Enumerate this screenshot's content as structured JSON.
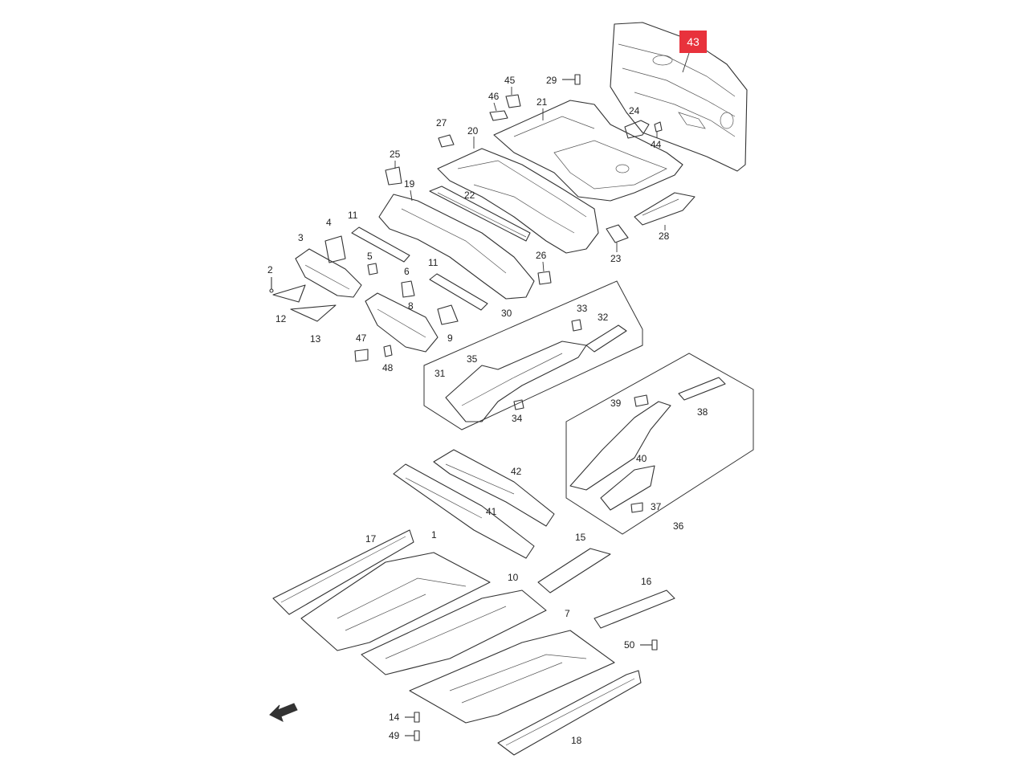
{
  "highlight": {
    "label": "43",
    "color": "#e8323c"
  },
  "callouts": {
    "c1": "1",
    "c2": "2",
    "c3": "3",
    "c4": "4",
    "c5": "5",
    "c6": "6",
    "c7": "7",
    "c8": "8",
    "c9": "9",
    "c10": "10",
    "c11a": "11",
    "c11b": "11",
    "c12": "12",
    "c13": "13",
    "c14": "14",
    "c15": "15",
    "c16": "16",
    "c17": "17",
    "c18": "18",
    "c19": "19",
    "c20": "20",
    "c21": "21",
    "c22": "22",
    "c23": "23",
    "c24": "24",
    "c25": "25",
    "c26": "26",
    "c27": "27",
    "c28": "28",
    "c29": "29",
    "c30": "30",
    "c31": "31",
    "c32": "32",
    "c33": "33",
    "c34": "34",
    "c35": "35",
    "c36": "36",
    "c37": "37",
    "c38": "38",
    "c39": "39",
    "c40": "40",
    "c41": "41",
    "c42": "42",
    "c44": "44",
    "c45": "45",
    "c46": "46",
    "c47": "47",
    "c48": "48",
    "c49": "49",
    "c50": "50"
  },
  "direction_icon": "front-arrow-icon"
}
